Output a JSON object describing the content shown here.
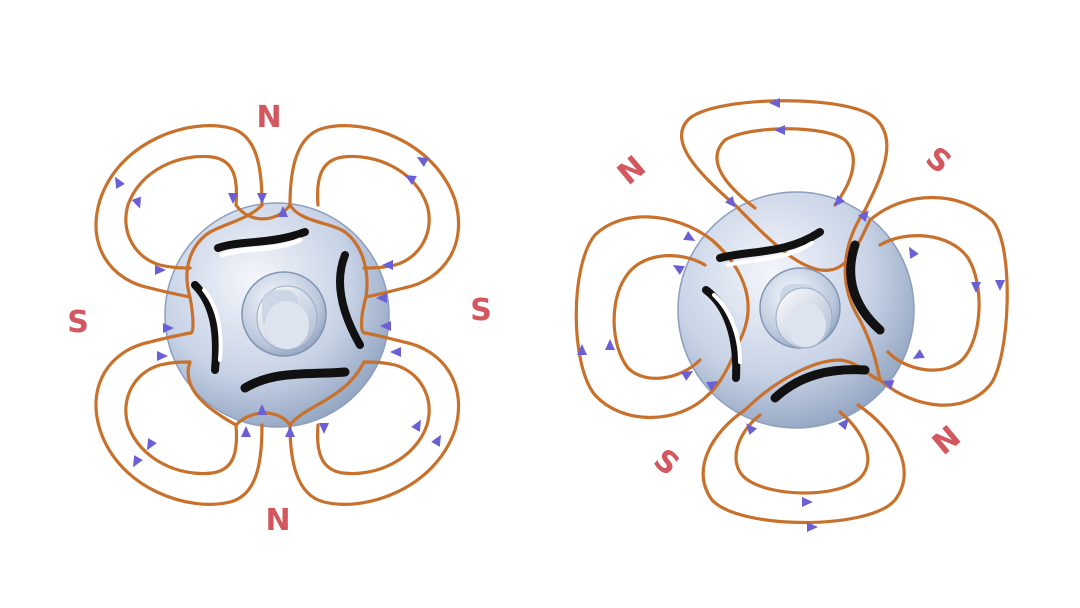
{
  "colors": {
    "field_line": "#c8712c",
    "arrow": "#6b5fd6",
    "pole_label": "#d3575e",
    "rotor_light": "#eef2f8",
    "rotor_dark": "#8fa2bf",
    "slot_black": "#111111"
  },
  "left_diagram": {
    "poles": {
      "top": "N",
      "left": "S",
      "right": "S",
      "bottom": "N"
    }
  },
  "right_diagram": {
    "poles": {
      "top_left": "N",
      "top_right": "S",
      "bottom_left": "S",
      "bottom_right": "N"
    }
  }
}
